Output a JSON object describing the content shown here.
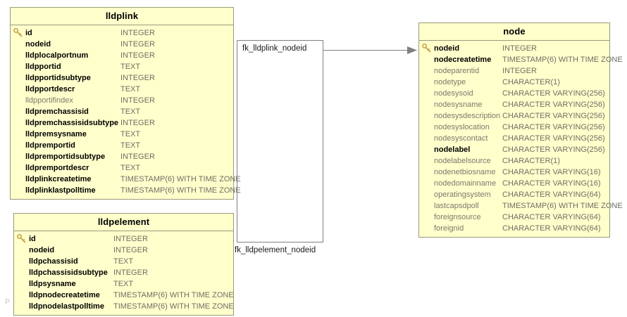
{
  "diagram": {
    "type": "entity-relationship-diagram",
    "watermark": "P"
  },
  "entities": [
    {
      "name": "lldplink",
      "columns": [
        {
          "key": true,
          "name": "id",
          "type": "INTEGER",
          "emphasis": "pk"
        },
        {
          "key": false,
          "name": "nodeid",
          "type": "INTEGER",
          "emphasis": "notnull"
        },
        {
          "key": false,
          "name": "lldplocalportnum",
          "type": "INTEGER",
          "emphasis": "notnull"
        },
        {
          "key": false,
          "name": "lldpportid",
          "type": "TEXT",
          "emphasis": "notnull"
        },
        {
          "key": false,
          "name": "lldpportidsubtype",
          "type": "INTEGER",
          "emphasis": "notnull"
        },
        {
          "key": false,
          "name": "lldpportdescr",
          "type": "TEXT",
          "emphasis": "notnull"
        },
        {
          "key": false,
          "name": "lldpportifindex",
          "type": "INTEGER",
          "emphasis": "nullable"
        },
        {
          "key": false,
          "name": "lldpremchassisid",
          "type": "TEXT",
          "emphasis": "notnull"
        },
        {
          "key": false,
          "name": "lldpremchassisidsubtype",
          "type": "INTEGER",
          "emphasis": "notnull"
        },
        {
          "key": false,
          "name": "lldpremsysname",
          "type": "TEXT",
          "emphasis": "notnull"
        },
        {
          "key": false,
          "name": "lldpremportid",
          "type": "TEXT",
          "emphasis": "notnull"
        },
        {
          "key": false,
          "name": "lldpremportidsubtype",
          "type": "INTEGER",
          "emphasis": "notnull"
        },
        {
          "key": false,
          "name": "lldpremportdescr",
          "type": "TEXT",
          "emphasis": "notnull"
        },
        {
          "key": false,
          "name": "lldplinkcreatetime",
          "type": "TIMESTAMP(6) WITH TIME ZONE",
          "emphasis": "notnull"
        },
        {
          "key": false,
          "name": "lldplinklastpolltime",
          "type": "TIMESTAMP(6) WITH TIME ZONE",
          "emphasis": "notnull"
        }
      ]
    },
    {
      "name": "lldpelement",
      "columns": [
        {
          "key": true,
          "name": "id",
          "type": "INTEGER",
          "emphasis": "pk"
        },
        {
          "key": false,
          "name": "nodeid",
          "type": "INTEGER",
          "emphasis": "notnull"
        },
        {
          "key": false,
          "name": "lldpchassisid",
          "type": "TEXT",
          "emphasis": "notnull"
        },
        {
          "key": false,
          "name": "lldpchassisidsubtype",
          "type": "INTEGER",
          "emphasis": "notnull"
        },
        {
          "key": false,
          "name": "lldpsysname",
          "type": "TEXT",
          "emphasis": "notnull"
        },
        {
          "key": false,
          "name": "lldpnodecreatetime",
          "type": "TIMESTAMP(6) WITH TIME ZONE",
          "emphasis": "notnull"
        },
        {
          "key": false,
          "name": "lldpnodelastpolltime",
          "type": "TIMESTAMP(6) WITH TIME ZONE",
          "emphasis": "notnull"
        }
      ]
    },
    {
      "name": "node",
      "columns": [
        {
          "key": true,
          "name": "nodeid",
          "type": "INTEGER",
          "emphasis": "pk"
        },
        {
          "key": false,
          "name": "nodecreatetime",
          "type": "TIMESTAMP(6) WITH TIME ZONE",
          "emphasis": "notnull"
        },
        {
          "key": false,
          "name": "nodeparentid",
          "type": "INTEGER",
          "emphasis": "nullable"
        },
        {
          "key": false,
          "name": "nodetype",
          "type": "CHARACTER(1)",
          "emphasis": "nullable"
        },
        {
          "key": false,
          "name": "nodesysoid",
          "type": "CHARACTER VARYING(256)",
          "emphasis": "nullable"
        },
        {
          "key": false,
          "name": "nodesysname",
          "type": "CHARACTER VARYING(256)",
          "emphasis": "nullable"
        },
        {
          "key": false,
          "name": "nodesysdescription",
          "type": "CHARACTER VARYING(256)",
          "emphasis": "nullable"
        },
        {
          "key": false,
          "name": "nodesyslocation",
          "type": "CHARACTER VARYING(256)",
          "emphasis": "nullable"
        },
        {
          "key": false,
          "name": "nodesyscontact",
          "type": "CHARACTER VARYING(256)",
          "emphasis": "nullable"
        },
        {
          "key": false,
          "name": "nodelabel",
          "type": "CHARACTER VARYING(256)",
          "emphasis": "notnull"
        },
        {
          "key": false,
          "name": "nodelabelsource",
          "type": "CHARACTER(1)",
          "emphasis": "nullable"
        },
        {
          "key": false,
          "name": "nodenetbiosname",
          "type": "CHARACTER VARYING(16)",
          "emphasis": "nullable"
        },
        {
          "key": false,
          "name": "nodedomainname",
          "type": "CHARACTER VARYING(16)",
          "emphasis": "nullable"
        },
        {
          "key": false,
          "name": "operatingsystem",
          "type": "CHARACTER VARYING(64)",
          "emphasis": "nullable"
        },
        {
          "key": false,
          "name": "lastcapsdpoll",
          "type": "TIMESTAMP(6) WITH TIME ZONE",
          "emphasis": "nullable"
        },
        {
          "key": false,
          "name": "foreignsource",
          "type": "CHARACTER VARYING(64)",
          "emphasis": "nullable"
        },
        {
          "key": false,
          "name": "foreignid",
          "type": "CHARACTER VARYING(64)",
          "emphasis": "nullable"
        }
      ]
    }
  ],
  "relationships": [
    {
      "label": "fk_lldplink_nodeid",
      "from": "lldplink",
      "to": "node"
    },
    {
      "label": "fk_lldpelement_nodeid",
      "from": "lldpelement",
      "to": "node"
    }
  ],
  "colors": {
    "entity_fill": "#ffffcc",
    "entity_border": "#9a9a7a",
    "connector": "#808080",
    "key_icon": "#c8a84b",
    "nullable_text": "#7a7a6e",
    "type_text": "#6e6e64"
  }
}
